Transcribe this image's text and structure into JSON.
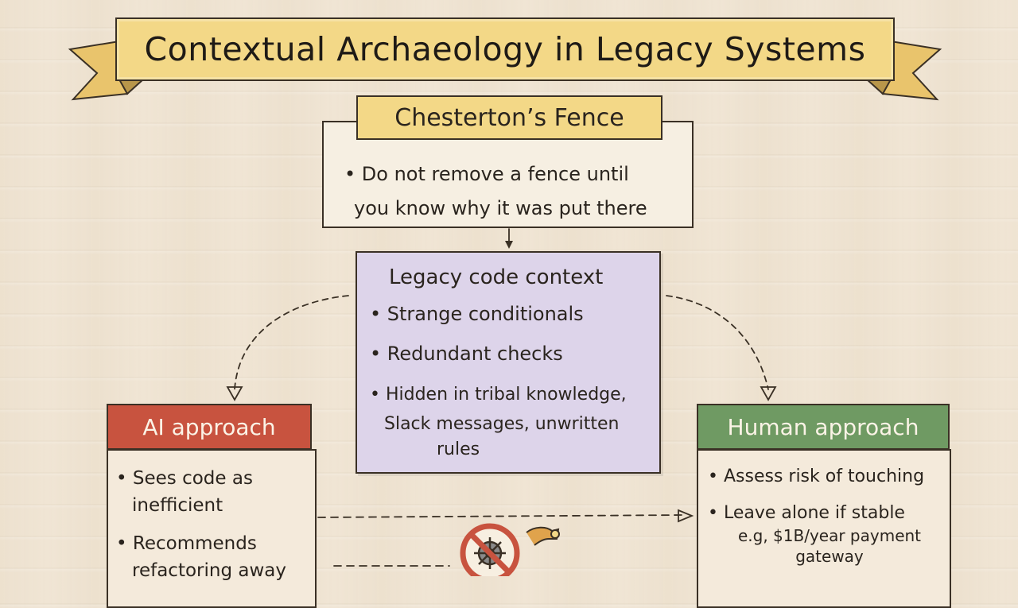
{
  "banner": {
    "title": "Contextual Archaeology in Legacy Systems"
  },
  "fence": {
    "title": "Chesterton’s Fence",
    "line1": "• Do not remove a fence until",
    "line2": "you know why it was put there"
  },
  "legacy": {
    "title": "Legacy code context",
    "item1": "• Strange conditionals",
    "item2": "• Redundant checks",
    "item3_line1": "• Hidden in tribal knowledge,",
    "item3_line2": "Slack messages, unwritten",
    "item3_line3": "rules"
  },
  "ai": {
    "title": "AI approach",
    "item1_line1": "• Sees code as",
    "item1_line2": "inefficient",
    "item2_line1": "• Recommends",
    "item2_line2": "refactoring away"
  },
  "human": {
    "title": "Human approach",
    "item1": "• Assess risk of touching",
    "item2": "• Leave alone if stable",
    "item2_sub1": "e.g, $1B/year payment",
    "item2_sub2": "gateway"
  },
  "colors": {
    "banner": "#f3d887",
    "ai_header": "#c8533f",
    "human_header": "#6f9a63",
    "legacy_box": "#ddd4ea",
    "outline": "#3a3025",
    "prohibit": "#c8533f"
  },
  "icons": {
    "center_bottom": "no-gear-icon"
  }
}
